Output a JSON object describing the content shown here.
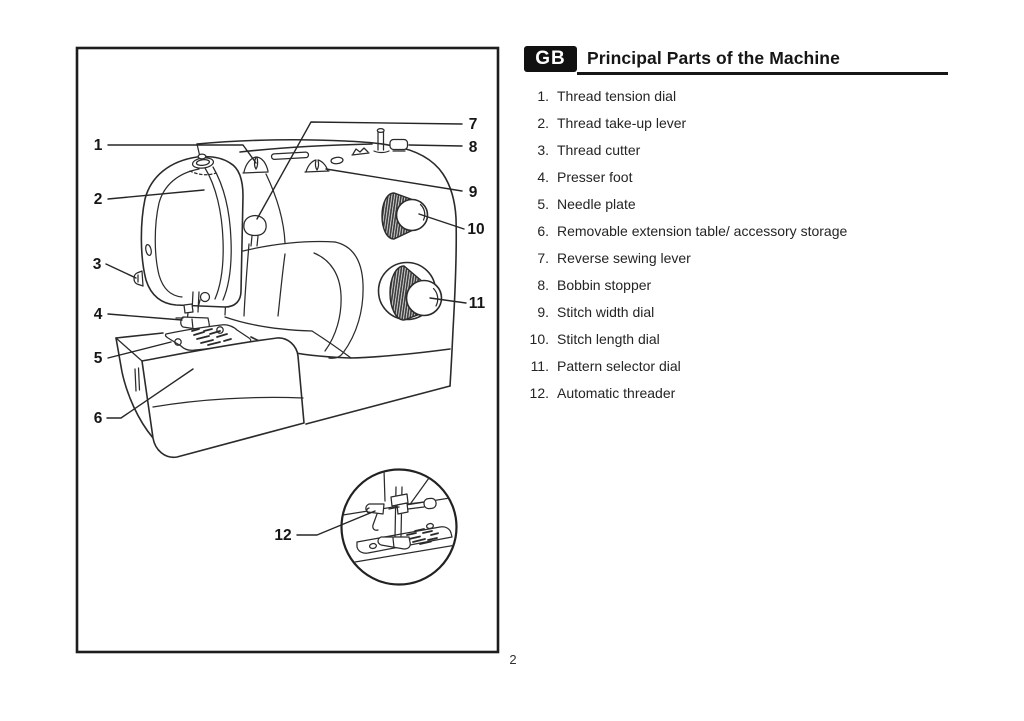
{
  "header": {
    "badge": "GB",
    "title": "Principal Parts of the Machine"
  },
  "parts": [
    {
      "num": "1.",
      "label": "Thread tension dial"
    },
    {
      "num": "2.",
      "label": "Thread take-up lever"
    },
    {
      "num": "3.",
      "label": "Thread cutter"
    },
    {
      "num": "4.",
      "label": "Presser foot"
    },
    {
      "num": "5.",
      "label": "Needle plate"
    },
    {
      "num": "6.",
      "label": "Removable extension table/ accessory storage"
    },
    {
      "num": "7.",
      "label": "Reverse sewing lever"
    },
    {
      "num": "8.",
      "label": "Bobbin stopper"
    },
    {
      "num": "9.",
      "label": "Stitch width dial"
    },
    {
      "num": "10.",
      "label": "Stitch length dial"
    },
    {
      "num": "11.",
      "label": "Pattern selector dial"
    },
    {
      "num": "12.",
      "label": "Automatic threader"
    }
  ],
  "callouts": [
    "1",
    "2",
    "3",
    "4",
    "5",
    "6",
    "7",
    "8",
    "9",
    "10",
    "11",
    "12"
  ],
  "page_number": "2",
  "colors": {
    "ink": "#1a1a1a",
    "line": "#2b2b2b",
    "paper": "#ffffff"
  }
}
